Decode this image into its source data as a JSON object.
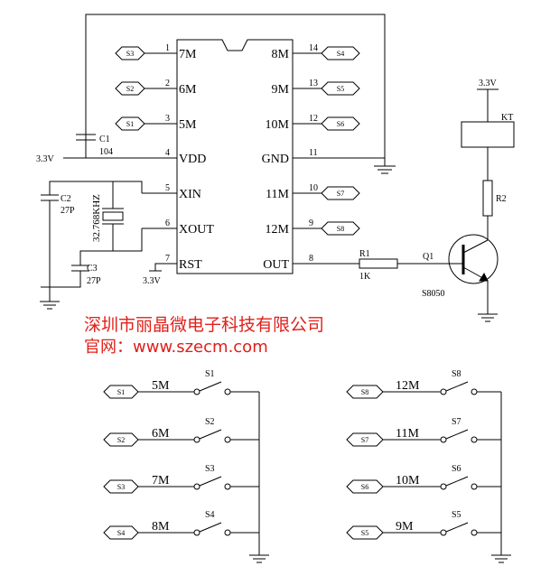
{
  "ic": {
    "left_pins": [
      {
        "num": "1",
        "name": "7M"
      },
      {
        "num": "2",
        "name": "6M"
      },
      {
        "num": "3",
        "name": "5M"
      },
      {
        "num": "4",
        "name": "VDD"
      },
      {
        "num": "5",
        "name": "XIN"
      },
      {
        "num": "6",
        "name": "XOUT"
      },
      {
        "num": "7",
        "name": "RST"
      }
    ],
    "right_pins": [
      {
        "num": "14",
        "name": "8M"
      },
      {
        "num": "13",
        "name": "9M"
      },
      {
        "num": "12",
        "name": "10M"
      },
      {
        "num": "11",
        "name": "GND"
      },
      {
        "num": "10",
        "name": "11M"
      },
      {
        "num": "9",
        "name": "12M"
      },
      {
        "num": "8",
        "name": "OUT"
      }
    ]
  },
  "left_tags": [
    "S3",
    "S2",
    "S1"
  ],
  "right_tags": [
    "S4",
    "S5",
    "S6",
    "S7",
    "S8"
  ],
  "supply_label": "3.3V",
  "rst_supply_label": "3.3V",
  "relay_supply_label": "3.3V",
  "c1": {
    "name": "C1",
    "value": "104"
  },
  "c2": {
    "name": "C2",
    "value": "27P"
  },
  "c3": {
    "name": "C3",
    "value": "27P"
  },
  "crystal": "32.768KHZ",
  "r1": {
    "name": "R1",
    "value": "1K"
  },
  "r2": {
    "name": "R2"
  },
  "relay": "KT",
  "transistor": {
    "name": "Q1",
    "part": "S8050"
  },
  "company": "深圳市丽晶微电子科技有限公司",
  "website": "官网：www.szecm.com",
  "switches_left": [
    {
      "tag": "S1",
      "label": "5M",
      "sw": "S1"
    },
    {
      "tag": "S2",
      "label": "6M",
      "sw": "S2"
    },
    {
      "tag": "S3",
      "label": "7M",
      "sw": "S3"
    },
    {
      "tag": "S4",
      "label": "8M",
      "sw": "S4"
    }
  ],
  "switches_right": [
    {
      "tag": "S8",
      "label": "12M",
      "sw": "S8"
    },
    {
      "tag": "S7",
      "label": "11M",
      "sw": "S7"
    },
    {
      "tag": "S6",
      "label": "10M",
      "sw": "S6"
    },
    {
      "tag": "S5",
      "label": "9M",
      "sw": "S5"
    }
  ]
}
